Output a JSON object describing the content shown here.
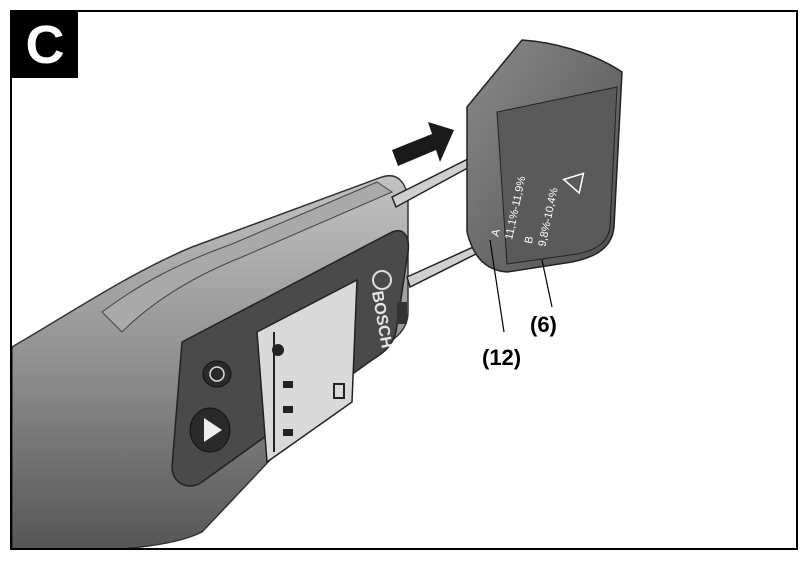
{
  "figure": {
    "label": "C",
    "callouts": {
      "probe_cap": "(6)",
      "contact_pins": "(12)"
    },
    "device": {
      "brand": "BOSCH",
      "cap_text": {
        "line_a": "A",
        "range_a": "11,1%-11,9%",
        "line_b": "B",
        "range_b": "9,8%-10,4%"
      }
    },
    "colors": {
      "body_dark": "#5c5c5c",
      "body_mid": "#8a8a8a",
      "body_light": "#b3b3b3",
      "screen": "#d9d9d9",
      "cap": "#6b6b6b"
    }
  }
}
